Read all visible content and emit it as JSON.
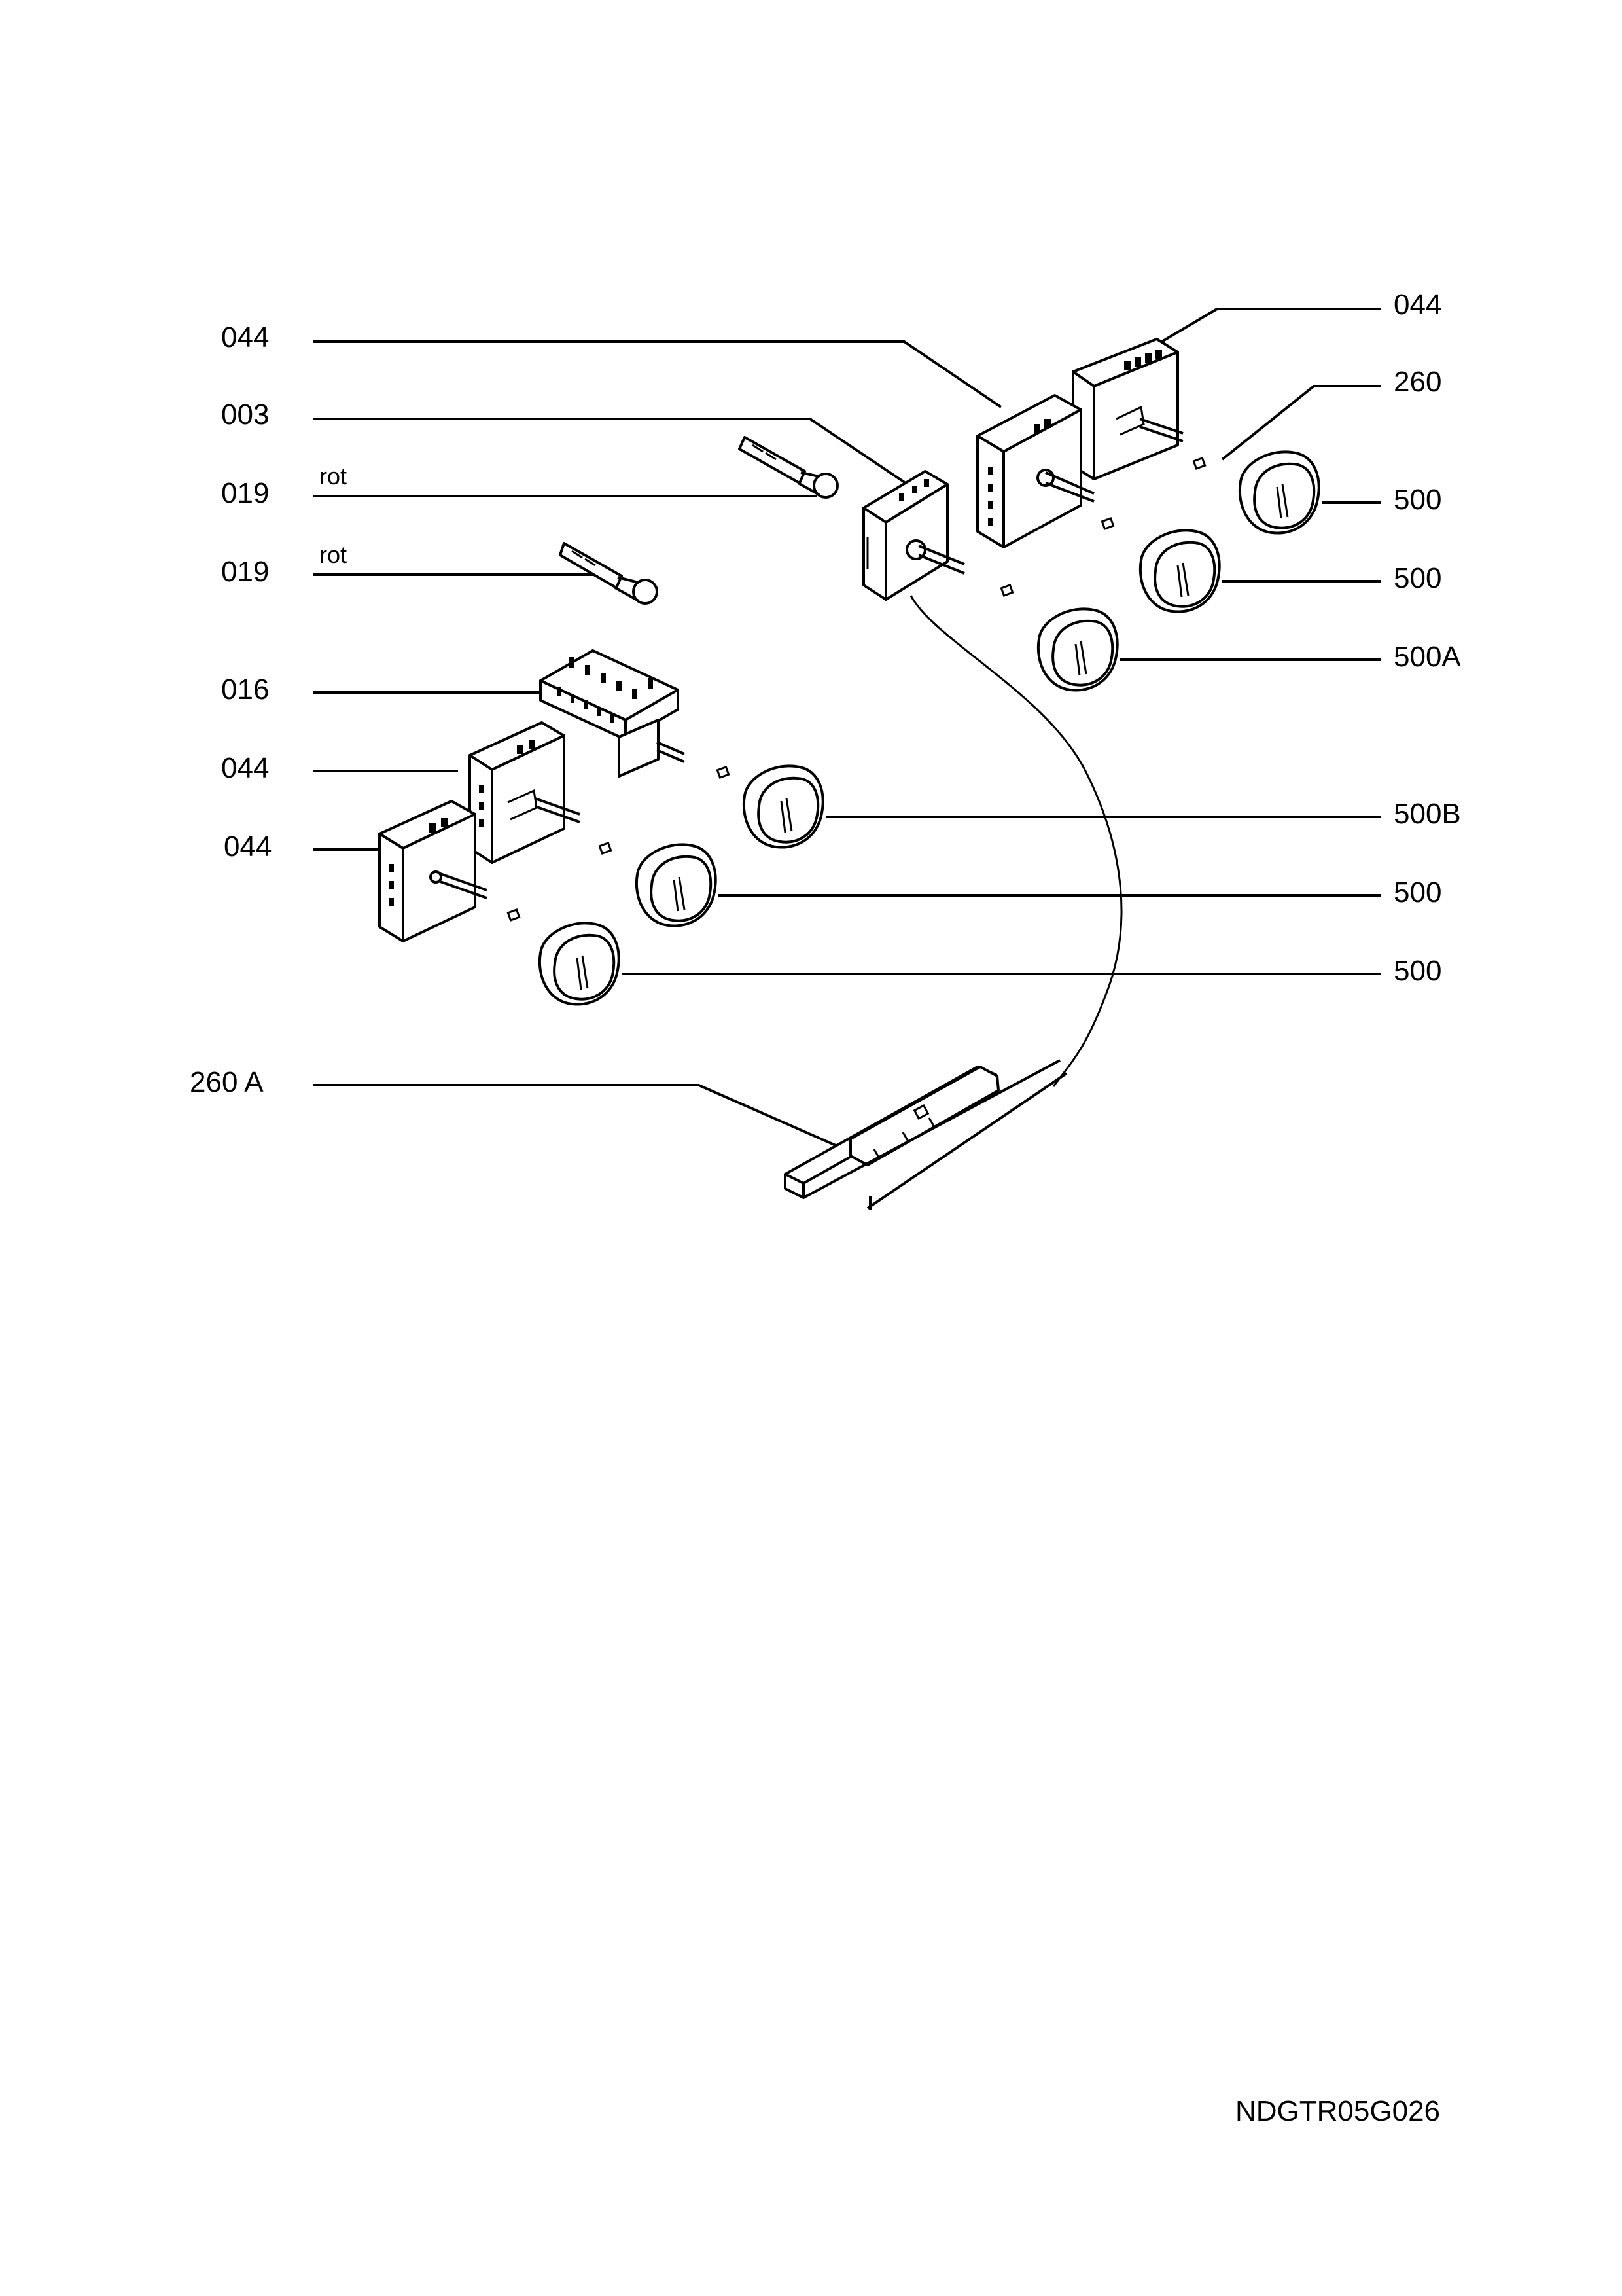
{
  "labels": {
    "l_044_a": "044",
    "l_003": "003",
    "l_019_a": "019",
    "l_019_b": "019",
    "l_016": "016",
    "l_044_b": "044",
    "l_044_c": "044",
    "l_260a": "260 A",
    "r_044": "044",
    "r_260": "260",
    "r_500_a": "500",
    "r_500_b": "500",
    "r_500a": "500A",
    "r_500b": "500B",
    "r_500_c": "500",
    "r_500_d": "500",
    "rot_a": "rot",
    "rot_b": "rot"
  },
  "drawing_code": "NDGTR05G026"
}
